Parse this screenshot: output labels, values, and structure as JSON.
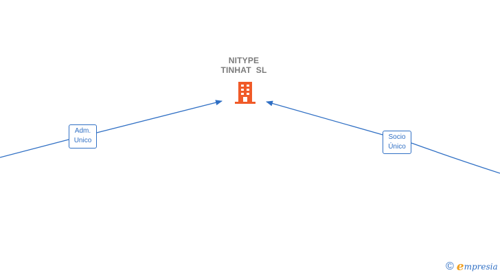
{
  "company": {
    "line1": "NITYPE",
    "line2": "TINHAT  SL",
    "icon": "building-icon",
    "icon_color": "#f05a28"
  },
  "edges": [
    {
      "label_line1": "Adm.",
      "label_line2": "Unico"
    },
    {
      "label_line1": "Socio",
      "label_line2": "Único"
    }
  ],
  "edge_color": "#2f6fc4",
  "watermark": {
    "copyright_symbol": "©",
    "brand_first_letter": "e",
    "brand_rest": "mpresia"
  }
}
